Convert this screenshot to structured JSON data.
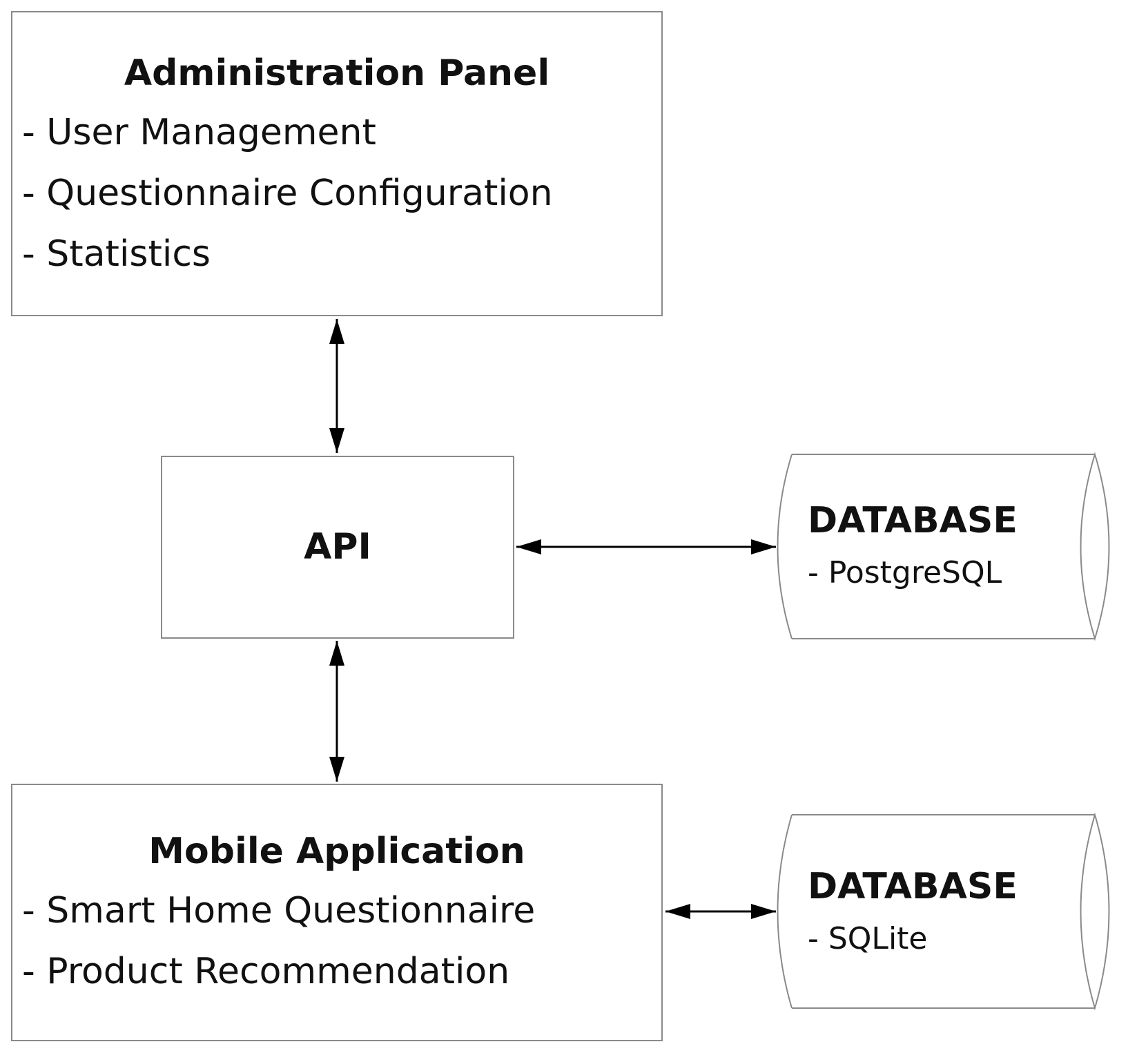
{
  "admin_panel": {
    "title": "Administration Panel",
    "items": [
      "- User Management",
      "- Questionnaire Configuration",
      "- Statistics"
    ]
  },
  "api": {
    "title": "API"
  },
  "mobile_app": {
    "title": "Mobile Application",
    "items": [
      "- Smart Home Questionnaire",
      "- Product Recommendation"
    ]
  },
  "databases": [
    {
      "title": "DATABASE",
      "item": "- PostgreSQL"
    },
    {
      "title": "DATABASE",
      "item": "- SQLite"
    }
  ],
  "colors": {
    "border": "#8a8a8a",
    "arrow": "#000000",
    "background": "#ffffff"
  }
}
